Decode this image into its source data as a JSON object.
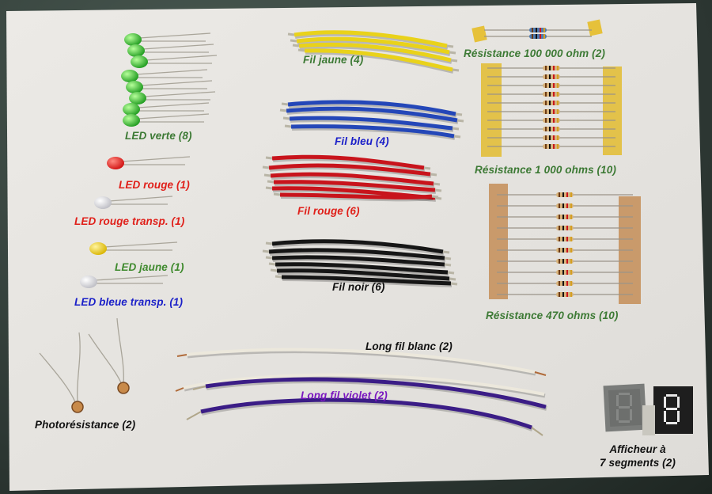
{
  "colors": {
    "green_label": "#3d7a35",
    "red_label": "#e0201a",
    "blue_label": "#1a1fc8",
    "black_label": "#111111",
    "purple_label": "#7a18c0",
    "olive_label": "#3f8a2e",
    "yellow_wire": "#e9d21a",
    "blue_wire": "#2447b8",
    "red_wire": "#c8141c",
    "black_wire": "#161616",
    "white_wire": "#ece8dc",
    "violet_wire": "#3b1d86",
    "paper": "#e7e6e4"
  },
  "labels": {
    "led_verte": "LED verte (8)",
    "led_rouge": "LED rouge (1)",
    "led_rouge_transp": "LED rouge transp. (1)",
    "led_jaune": "LED jaune (1)",
    "led_bleue_transp": "LED bleue transp. (1)",
    "photoresistance": "Photorésistance (2)",
    "fil_jaune": "Fil jaune (4)",
    "fil_bleu": "Fil bleu (4)",
    "fil_rouge": "Fil rouge (6)",
    "fil_noir": "Fil noir (6)",
    "long_fil_blanc": "Long fil blanc (2)",
    "long_fil_violet": "Long fil violet (2)",
    "res_100000": "Résistance 100 000 ohm (2)",
    "res_1000": "Résistance 1 000 ohms (10)",
    "res_470": "Résistance 470 ohms (10)",
    "afficheur_line1": "Afficheur à",
    "afficheur_line2": "7 segments (2)"
  },
  "icons": {
    "led": "led-icon",
    "wire": "jumper-wire-icon",
    "resistor": "resistor-icon",
    "photoresistor": "photoresistor-icon",
    "seven_segment": "seven-segment-display-icon"
  }
}
